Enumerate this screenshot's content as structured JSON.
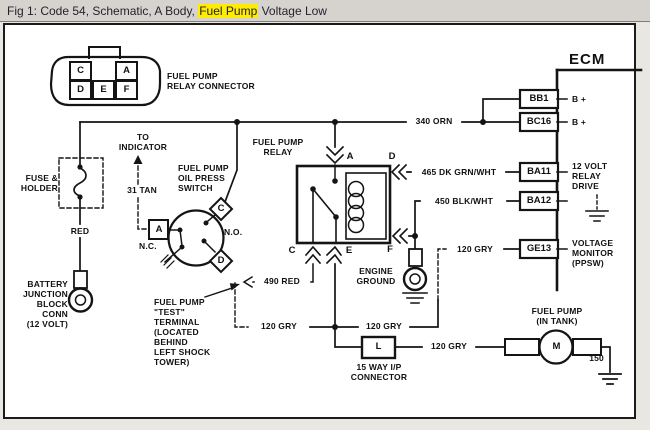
{
  "title_bar": {
    "prefix": "Fig 1: Code 54, Schematic, A Body, ",
    "highlight": "Fuel Pump",
    "suffix": " Voltage Low"
  },
  "colors": {
    "highlight": "#ffec00",
    "titlebar_bg": "#d6d3ce",
    "ink": "#141414",
    "paper": "#ffffff"
  },
  "relay_connector": {
    "label": "FUEL PUMP\nRELAY CONNECTOR",
    "pins": [
      "C",
      "A",
      "D",
      "E",
      "F"
    ]
  },
  "ecm": {
    "title": "ECM",
    "pins": [
      {
        "id": "BB1",
        "note": "B +"
      },
      {
        "id": "BC16",
        "note": "B +"
      },
      {
        "id": "BA11",
        "note": "12 VOLT\nRELAY\nDRIVE"
      },
      {
        "id": "BA12",
        "note": ""
      },
      {
        "id": "GE13",
        "note": "VOLTAGE\nMONITOR\n(PPSW)"
      }
    ]
  },
  "wires": {
    "orn": "340 ORN",
    "grn": "465 DK GRN/WHT",
    "blk": "450 BLK/WHT",
    "gry": "120 GRY",
    "red490": "490 RED",
    "tan": "31 TAN",
    "red": "RED"
  },
  "fuse_label": "FUSE &\nHOLDER",
  "battery_label": "BATTERY\nJUNCTION\nBLOCK\nCONN\n(12 VOLT)",
  "indicator_label": "TO\nINDICATOR",
  "oil_switch": {
    "label": "FUEL PUMP\nOIL PRESS\nSWITCH",
    "pin_a": "A",
    "pin_c": "C",
    "pin_d": "D",
    "nc": "N.C.",
    "no": "N.O."
  },
  "relay": {
    "label": "FUEL PUMP\nRELAY",
    "pin_a": "A",
    "pin_c": "C",
    "pin_d": "D",
    "pin_e": "E",
    "pin_f": "F"
  },
  "engine_ground_label": "ENGINE\nGROUND",
  "test_terminal_label": "FUEL PUMP\n\"TEST\"\nTERMINAL\n(LOCATED\nBEHIND\nLEFT SHOCK\nTOWER)",
  "ip_connector": {
    "pin": "L",
    "label": "15 WAY I/P\nCONNECTOR"
  },
  "fuel_pump": {
    "label": "FUEL PUMP\n(IN TANK)",
    "motor": "M",
    "ground_id": "150"
  }
}
